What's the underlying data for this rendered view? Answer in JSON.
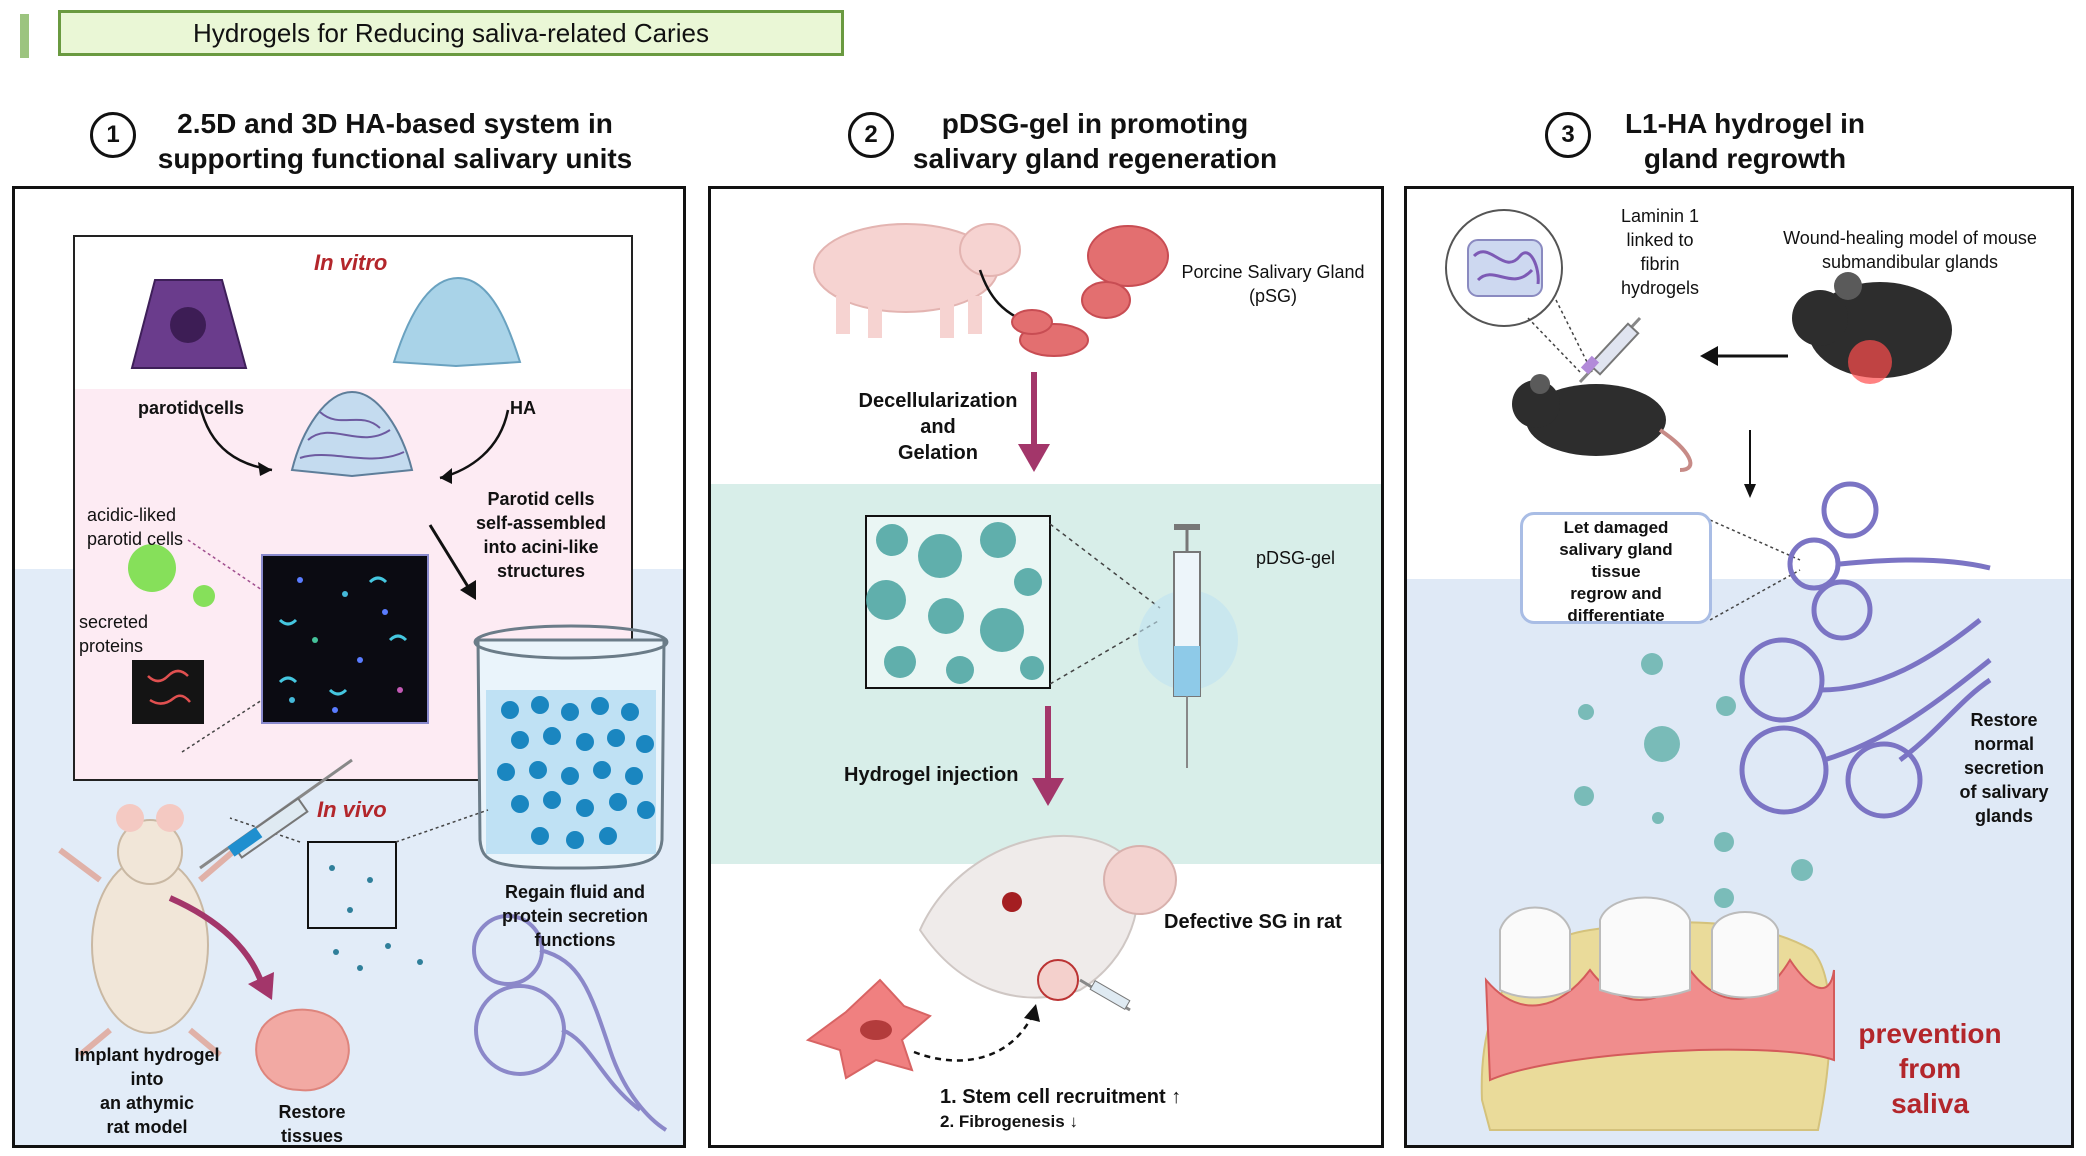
{
  "header": {
    "title": "Hydrogels for Reducing saliva-related Caries"
  },
  "colors": {
    "accent_green": "#9cc47f",
    "title_border": "#6a9a40",
    "title_fill": "#eaf7d6",
    "invivo_blue": "#e2ecf8",
    "teal_band": "#d8eee9",
    "arrow_purple": "#a3366a",
    "emphasis_red": "#b3262b"
  },
  "panel1": {
    "number": "1",
    "title_line1": "2.5D and 3D HA-based system in",
    "title_line2": "supporting functional salivary units",
    "in_vitro": "In vitro",
    "in_vivo": "In vivo",
    "parotid_cells": "parotid cells",
    "ha": "HA",
    "acidic_l1": "acidic-liked",
    "acidic_l2": "parotid cells",
    "secreted_l1": "secreted",
    "secreted_l2": "proteins",
    "selfassembled_l1": "Parotid cells",
    "selfassembled_l2": "self-assembled",
    "selfassembled_l3": "into acini-like",
    "selfassembled_l4": "structures",
    "regain_l1": "Regain  fluid and",
    "regain_l2": "protein secretion",
    "regain_l3": "functions",
    "implant_l1": "Implant hydrogel",
    "implant_l2": "into",
    "implant_l3": "an athymic",
    "implant_l4": "rat model",
    "restore_l1": "Restore",
    "restore_l2": "tissues"
  },
  "panel2": {
    "number": "2",
    "title_line1": "pDSG-gel in promoting",
    "title_line2": "salivary gland regeneration",
    "psg_l1": "Porcine Salivary Gland",
    "psg_l2": "(pSG)",
    "decell_l1": "Decellularization",
    "decell_l2": "and",
    "decell_l3": "Gelation",
    "pdsg_gel": "pDSG-gel",
    "injection": "Hydrogel injection",
    "defective": "Defective SG in rat",
    "outcome1": "1.  Stem cell recruitment",
    "outcome2": "2.  Fibrogenesis",
    "up_arrow": "↑",
    "down_arrow": "↓"
  },
  "panel3": {
    "number": "3",
    "title_line1": "L1-HA hydrogel in",
    "title_line2": "gland regrowth",
    "laminin_l1": "Laminin 1",
    "laminin_l2": "linked to",
    "laminin_l3": "fibrin",
    "laminin_l4": "hydrogels",
    "wound_l1": "Wound-healing model of mouse",
    "wound_l2": "submandibular glands",
    "damaged_l1": "Let damaged",
    "damaged_l2": "salivary gland",
    "damaged_l3": "tissue",
    "damaged_l4": "regrow and",
    "damaged_l5": "differentiate",
    "restore_l1": "Restore",
    "restore_l2": "normal",
    "restore_l3": "secretion",
    "restore_l4": "of salivary",
    "restore_l5": "glands",
    "prevention_l1": "prevention",
    "prevention_l2": "from",
    "prevention_l3": "saliva"
  }
}
